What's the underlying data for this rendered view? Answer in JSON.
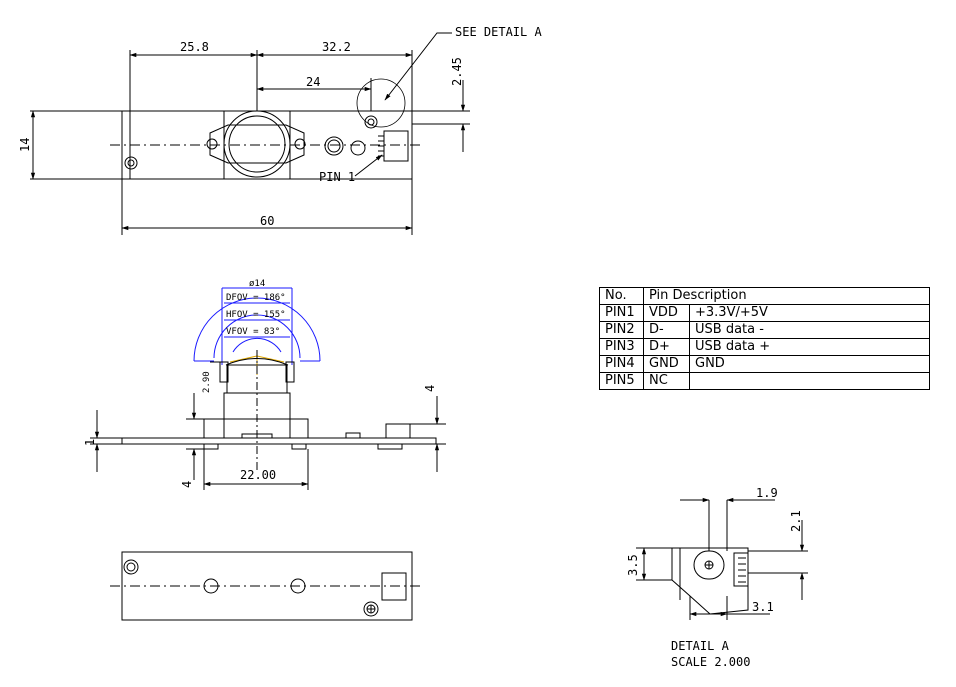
{
  "labels": {
    "see_detail": "SEE DETAIL  A",
    "pin1": "PIN 1",
    "detail_title": "DETAIL  A",
    "detail_scale": "SCALE  2.000"
  },
  "top_view": {
    "dim_width": "60",
    "dim_offset": "25.8",
    "dim_right": "32.2",
    "dim_lens": "24",
    "dim_edge": "2.45",
    "dim_height": "14"
  },
  "side_view": {
    "lens_dia": "ø14",
    "dfov": "DFOV = 186°",
    "hfov": "HFOV = 155°",
    "vfov": "VFOV = 83°",
    "dim_290": "2.90",
    "dim_pcb": "1",
    "dim_connector": "4",
    "dim_bottom": "4",
    "dim_base": "22.00"
  },
  "detail": {
    "dim_19": "1.9",
    "dim_21": "2.1",
    "dim_35": "3.5",
    "dim_31": "3.1"
  },
  "pin_table": {
    "headers": [
      "No.",
      "Pin Description"
    ],
    "rows": [
      [
        "PIN1",
        "VDD",
        "+3.3V/+5V"
      ],
      [
        "PIN2",
        "D-",
        "USB data -"
      ],
      [
        "PIN3",
        "D+",
        "USB data +"
      ],
      [
        "PIN4",
        "GND",
        "GND"
      ],
      [
        "PIN5",
        "NC",
        ""
      ]
    ]
  },
  "colors": {
    "line": "#000000",
    "fov": "#1a1aff",
    "lens_ray": "#e0a800"
  }
}
